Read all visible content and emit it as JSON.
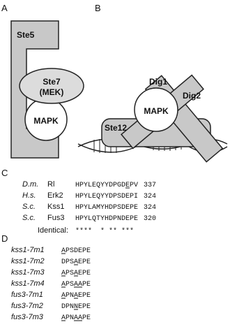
{
  "panel_a": {
    "label": "A",
    "scaffold": "Ste5",
    "mek_line1": "Ste7",
    "mek_line2": "(MEK)",
    "mapk": "MAPK"
  },
  "panel_b": {
    "label": "B",
    "dig1": "Dig1",
    "dig2": "Dig2",
    "mapk": "MAPK",
    "ste12": "Ste12"
  },
  "panel_c": {
    "label": "C",
    "rows": [
      {
        "species": "D.m.",
        "protein": "Rl",
        "sequence": "HPYLEQYYDPGDEPV",
        "number": "337",
        "underline_index": 12
      },
      {
        "species": "H.s.",
        "protein": "Erk2",
        "sequence": "HPYLEQYYDPSDEPI",
        "number": "324",
        "underline_index": -1
      },
      {
        "species": "S.c.",
        "protein": "Kss1",
        "sequence": "HPYLAMYHDPSDEPE",
        "number": "324",
        "underline_index": -1
      },
      {
        "species": "S.c.",
        "protein": "Fus3",
        "sequence": "HPYLQTYHDPNDEPE",
        "number": "320",
        "underline_index": -1
      }
    ],
    "identical_label": "Identical:",
    "identical_marks": "****  * ** ***"
  },
  "panel_d": {
    "label": "D",
    "rows": [
      {
        "mutant": "kss1-7m1",
        "sequence": "APSDEPE",
        "underlined": [
          0
        ]
      },
      {
        "mutant": "kss1-7m2",
        "sequence": "DPSAEPE",
        "underlined": [
          3
        ]
      },
      {
        "mutant": "kss1-7m3",
        "sequence": "APSAEPE",
        "underlined": [
          0,
          3
        ]
      },
      {
        "mutant": "kss1-7m4",
        "sequence": "APSAAPE",
        "underlined": [
          0,
          3,
          4
        ]
      },
      {
        "mutant": "fus3-7m1",
        "sequence": "APNAEPE",
        "underlined": [
          0,
          3
        ]
      },
      {
        "mutant": "fus3-7m2",
        "sequence": "DPNNEPE",
        "underlined": [
          3
        ]
      },
      {
        "mutant": "fus3-7m3",
        "sequence": "APNAAPE",
        "underlined": [
          0,
          3,
          4
        ]
      }
    ]
  }
}
